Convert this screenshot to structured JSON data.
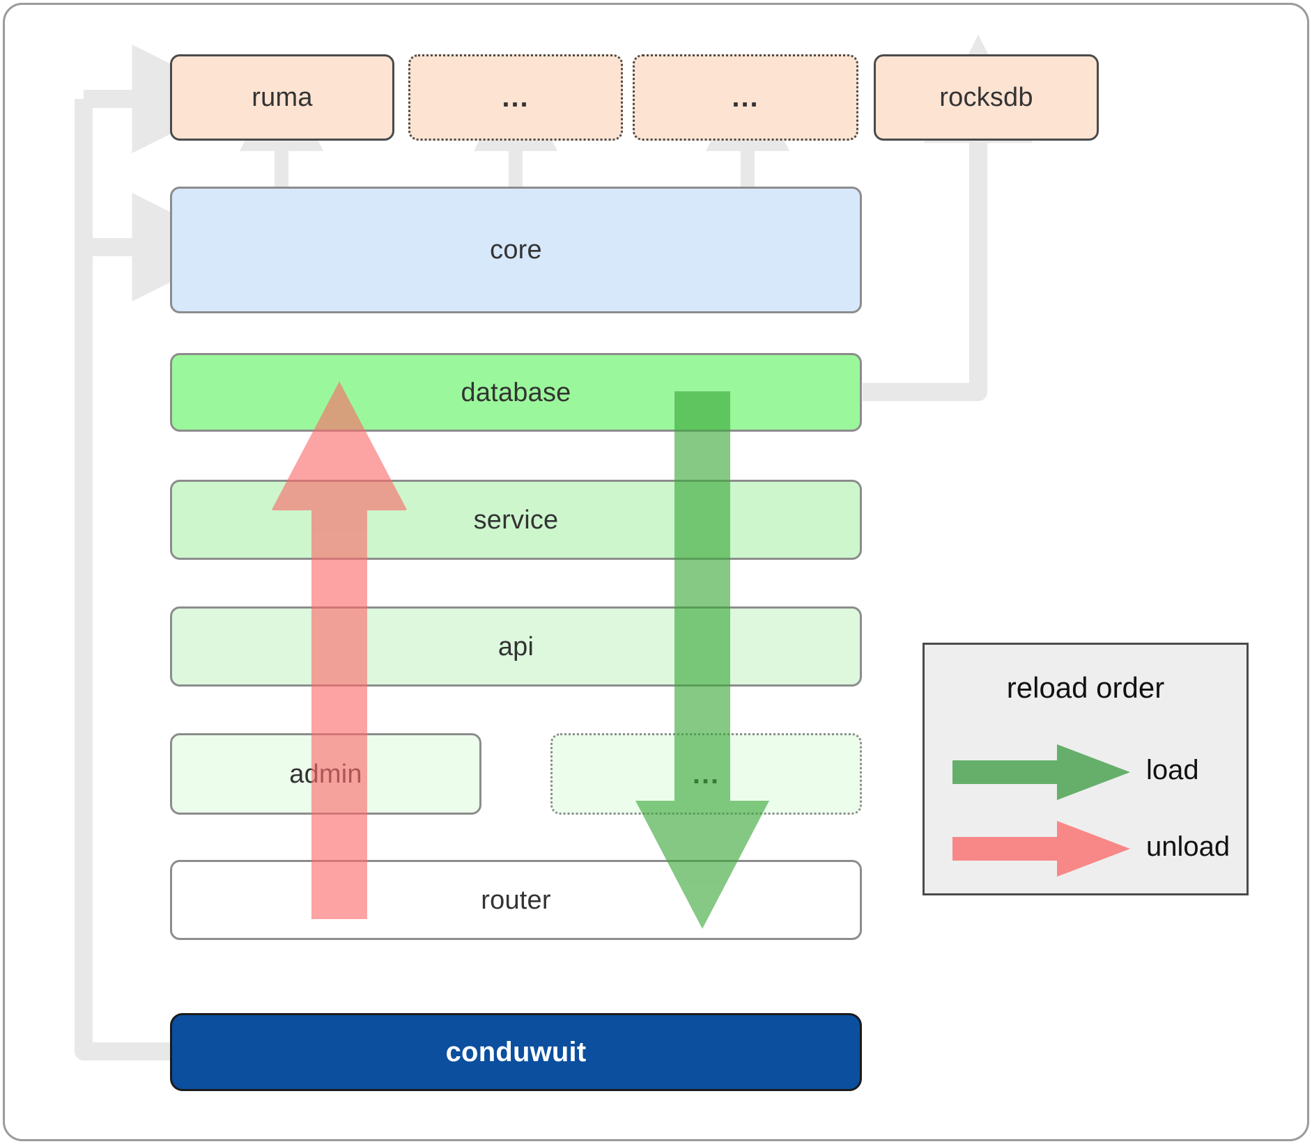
{
  "diagram": {
    "title": "conduwuit crate dependency / reload order diagram",
    "colors": {
      "dependency_fill": "#fde3d2",
      "core_fill": "#d7e8fb",
      "database_fill": "#9bf79b",
      "service_fill": "#cdf6cd",
      "api_fill": "#ddf8dd",
      "admin_fill": "#ecfdec",
      "router_fill": "#ffffff",
      "root_fill": "#0b4f9e",
      "connector_gray": "#e8e8e8",
      "load_green": "#4caf50",
      "unload_red": "#f98080",
      "legend_bg": "#eeeeee",
      "border_dark": "#4a4a4a",
      "border_gray": "#8c8c8c"
    },
    "external_deps": [
      {
        "id": "ruma",
        "label": "ruma",
        "style": "solid"
      },
      {
        "id": "dep2",
        "label": "...",
        "style": "dotted"
      },
      {
        "id": "dep3",
        "label": "...",
        "style": "dotted"
      },
      {
        "id": "rocksdb",
        "label": "rocksdb",
        "style": "solid"
      }
    ],
    "layers": [
      {
        "id": "core",
        "label": "core"
      },
      {
        "id": "database",
        "label": "database"
      },
      {
        "id": "service",
        "label": "service"
      },
      {
        "id": "api",
        "label": "api"
      },
      {
        "id": "admin",
        "label": "admin"
      },
      {
        "id": "etc",
        "label": "..."
      },
      {
        "id": "router",
        "label": "router"
      }
    ],
    "root": {
      "id": "conduwuit",
      "label": "conduwuit"
    },
    "legend": {
      "title": "reload order",
      "entries": [
        {
          "id": "load",
          "label": "load",
          "color": "#4caf50"
        },
        {
          "id": "unload",
          "label": "unload",
          "color": "#f98080"
        }
      ]
    },
    "flow_arrows": [
      {
        "id": "unload-arrow",
        "direction": "up",
        "color": "#f98080",
        "from": "router",
        "to": "database"
      },
      {
        "id": "load-arrow",
        "direction": "down",
        "color": "#4caf50",
        "from": "database",
        "to": "router"
      }
    ]
  }
}
